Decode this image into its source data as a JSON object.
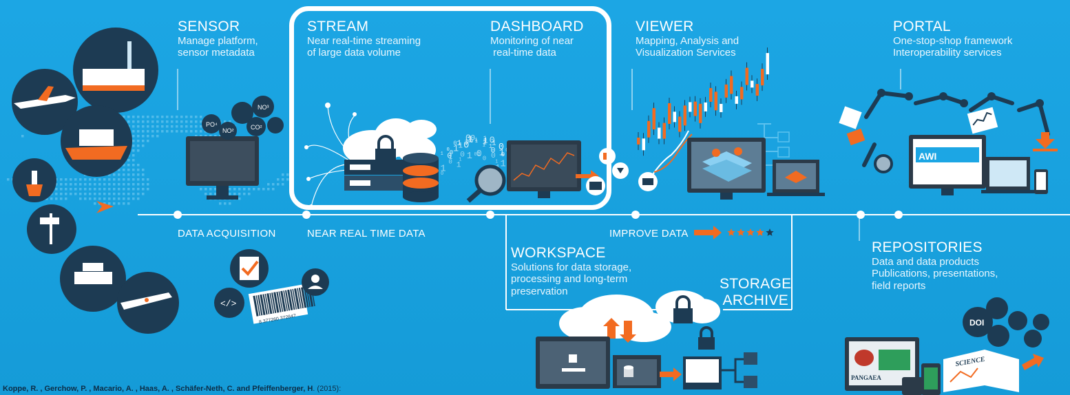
{
  "stages": [
    {
      "id": "sensor",
      "title": "SENSOR",
      "desc": [
        "Manage platform,",
        "sensor metadata"
      ]
    },
    {
      "id": "stream",
      "title": "STREAM",
      "desc": [
        "Near real-time streaming",
        "of large data volume"
      ]
    },
    {
      "id": "dashboard",
      "title": "DASHBOARD",
      "desc": [
        "Monitoring of near",
        " real-time data"
      ]
    },
    {
      "id": "viewer",
      "title": "VIEWER",
      "desc": [
        "Mapping, Analysis and",
        "Visualization Services"
      ]
    },
    {
      "id": "portal",
      "title": "PORTAL",
      "desc": [
        "One-stop-shop framework",
        "Interoperability services"
      ]
    },
    {
      "id": "workspace",
      "title": "WORKSPACE",
      "desc": [
        "Solutions for data storage,",
        "processing and long-term",
        "preservation"
      ]
    },
    {
      "id": "repositories",
      "title": "REPOSITORIES",
      "desc": [
        "Data and data products",
        "Publications, presentations,",
        "field reports"
      ]
    }
  ],
  "timeline_labels": {
    "data_acquisition": "DATA ACQUISITION",
    "near_real_time": "NEAR REAL TIME DATA",
    "improve_data": "IMPROVE DATA"
  },
  "storage_archive": [
    "STORAGE",
    "ARCHIVE"
  ],
  "icon_text": {
    "chem": [
      "PO⁴",
      "NO²",
      "CO²",
      "NO³"
    ],
    "barcode": "8 377260 372847",
    "doi": "DOI",
    "science": "SCIENCE",
    "pangaea": "PANGAEA",
    "awi": "AWI"
  },
  "citation": {
    "authors": "Koppe, R. , Gerchow, P. , Macario, A. , Haas, A. , Schäfer-Neth, C. and Pfeiffenberger, H",
    "year": ". (2015):"
  },
  "colors": {
    "background": "#1aa3e1",
    "accent": "#f26b21",
    "dark": "#1d3b53",
    "white": "#ffffff"
  }
}
